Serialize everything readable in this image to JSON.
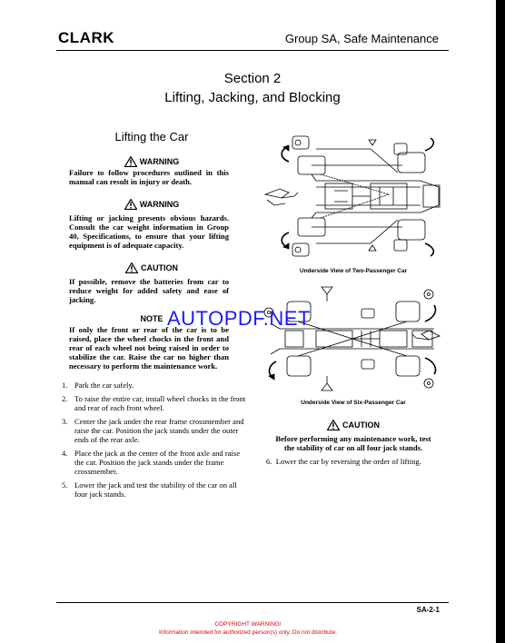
{
  "header": {
    "logo": "CLARK",
    "group_title": "Group SA, Safe Maintenance"
  },
  "section": {
    "number": "Section 2",
    "title": "Lifting, Jacking, and Blocking"
  },
  "lifting": {
    "heading": "Lifting the Car",
    "warning1": {
      "label": "WARNING",
      "text": "Failure to follow procedures outlined in this manual can result in injury or death."
    },
    "warning2": {
      "label": "WARNING",
      "text": "Lifting or jacking presents obvious hazards. Consult the car weight information in Group 40, Specifications, to ensure that your lifting equipment is of adequate capacity."
    },
    "caution1": {
      "label": "CAUTION",
      "text": "If possible, remove the batteries from car to reduce weight for added safety and ease of jacking."
    },
    "note": {
      "label": "NOTE",
      "text": "If only the front or rear of the car is to be raised, place the wheel chocks in the front and rear of each wheel not being raised in order to stabilize the car. Raise the car no higher than necessary to perform the maintenance work."
    },
    "steps": [
      {
        "num": "1.",
        "text": "Park the car safely."
      },
      {
        "num": "2.",
        "text": "To raise the entire car, install wheel chocks in the front and rear of each front wheel."
      },
      {
        "num": "3.",
        "text": "Center the jack under the rear frame crossmember and raise the car. Position the jack stands under the outer ends of the rear axle."
      },
      {
        "num": "4.",
        "text": "Place the jack at the center of the front axle and raise the car. Position the jack stands under the frame crossmember."
      },
      {
        "num": "5.",
        "text": "Lower the jack and test the stability of the car on all four jack stands."
      }
    ]
  },
  "figures": {
    "caption1": "Underside View of Two-Passenger Car",
    "caption2": "Underside View of Six-Passenger Car"
  },
  "caution2": {
    "label": "CAUTION",
    "text": "Before performing any maintenance work, test the stability of car on all four jack stands."
  },
  "step6": {
    "num": "6.",
    "text": "Lower the car by reversing the order of lifting."
  },
  "watermark": "AUTOPDF.NET",
  "footer": {
    "page": "SA-2-1",
    "copyright_title": "COPYRIGHT WARNING!",
    "copyright_text": "Information intended for authorized person(s) only. Do not distribute."
  },
  "colors": {
    "watermark": "#1a1aff",
    "copyright": "#e00000"
  }
}
